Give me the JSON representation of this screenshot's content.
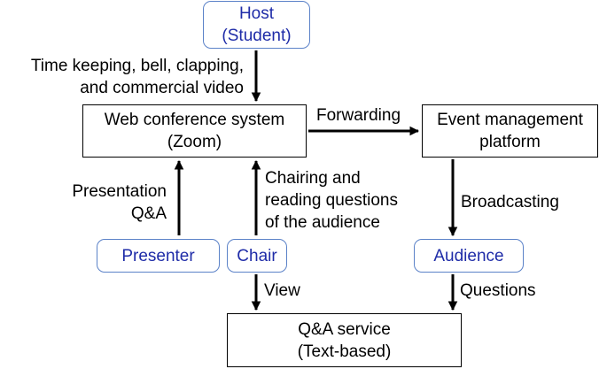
{
  "diagram": {
    "nodes": {
      "host": {
        "line1": "Host",
        "line2": "(Student)"
      },
      "web_conference": {
        "line1": "Web conference system",
        "line2": "(Zoom)"
      },
      "event_platform": {
        "line1": "Event management",
        "line2": "platform"
      },
      "presenter": {
        "label": "Presenter"
      },
      "chair": {
        "label": "Chair"
      },
      "audience": {
        "label": "Audience"
      },
      "qa_service": {
        "line1": "Q&A service",
        "line2": "(Text-based)"
      }
    },
    "edges": {
      "host_to_zoom": {
        "line1": "Time keeping, bell, clapping,",
        "line2": "and commercial video"
      },
      "zoom_to_event": {
        "label": "Forwarding"
      },
      "presenter_to_zoom": {
        "line1": "Presentation",
        "line2": "Q&A"
      },
      "chair_to_zoom": {
        "line1": "Chairing and",
        "line2": "reading questions",
        "line3": "of the audience"
      },
      "event_to_audience": {
        "label": "Broadcasting"
      },
      "chair_to_qa": {
        "label": "View"
      },
      "audience_to_qa": {
        "label": "Questions"
      }
    },
    "colors": {
      "role_text": "#1f2ca8",
      "role_border": "#5b82c8",
      "line": "#000000"
    }
  }
}
